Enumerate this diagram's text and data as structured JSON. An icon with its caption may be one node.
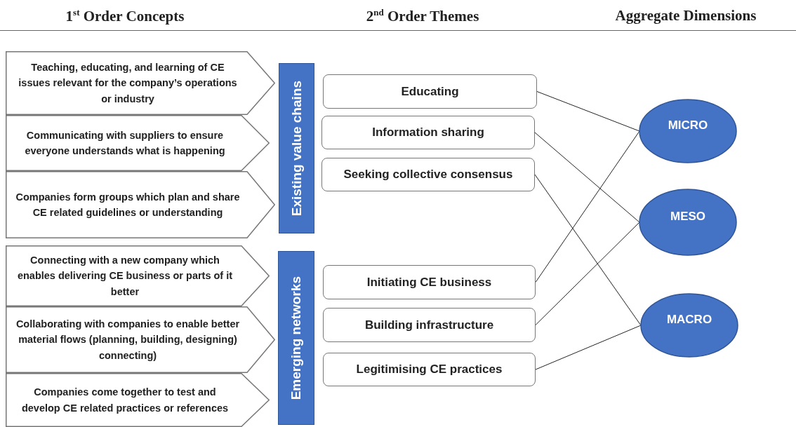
{
  "diagram": {
    "nodes": [
      {
        "text": [
          "Teaching, educating, and learning of CE issues relevant for the company’s operations or industry"
        ]
      },
      {
        "text": [
          "Communicating with suppliers to ensure everyone understands what is happening"
        ]
      },
      {
        "text": [
          "Companies form groups which plan and share CE related guidelines or understanding"
        ]
      },
      {
        "text": [
          "Existing value chains"
        ]
      },
      {
        "text": [
          "Educating"
        ]
      },
      {
        "text": [
          "Information sharing"
        ]
      },
      {
        "text": [
          "Seeking collective consensus"
        ]
      },
      {
        "text": [
          "Connecting with a new company which enables delivering CE business or parts of it better"
        ]
      },
      {
        "text": [
          "Collaborating with companies to enable better material flows (planning, building, designing) connecting)"
        ]
      },
      {
        "text": [
          "Companies come together to test and develop CE related practices or references"
        ]
      },
      {
        "text": [
          "Emerging networks"
        ]
      },
      {
        "text": [
          "Initiating CE business"
        ]
      },
      {
        "text": [
          "Building infrastructure"
        ]
      },
      {
        "text": [
          "Legitimising CE practices"
        ]
      },
      {
        "text": [
          "MICRO"
        ]
      },
      {
        "text": [
          "MESO"
        ]
      },
      {
        "text": [
          "MACRO"
        ]
      }
    ],
    "edges": [
      {
        "from": 4,
        "to": 14,
        "arrow": "none"
      },
      {
        "from": 5,
        "to": 15,
        "arrow": "none"
      },
      {
        "from": 6,
        "to": 16,
        "arrow": "none"
      },
      {
        "from": 11,
        "to": 14,
        "arrow": "none"
      },
      {
        "from": 12,
        "to": 15,
        "arrow": "none"
      },
      {
        "from": 13,
        "to": 16,
        "arrow": "none"
      }
    ],
    "labels": [
      "1$^{st}$ Order Concepts",
      "2$^{nd}$ Order Themes",
      "Aggregate Dimensions"
    ]
  }
}
